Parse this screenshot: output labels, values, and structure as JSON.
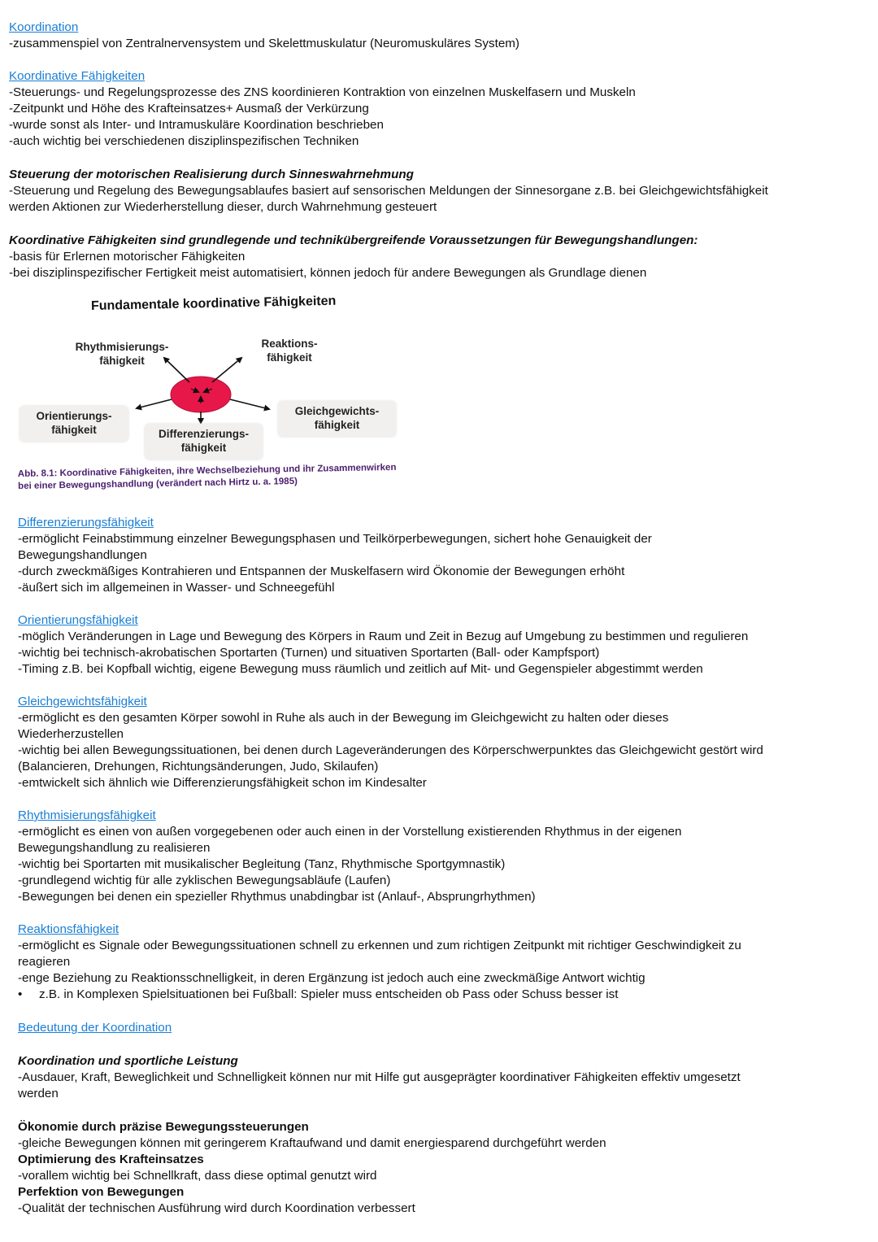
{
  "koordination": {
    "heading": "Koordination",
    "lines": [
      "-zusammenspiel von Zentralnervensystem und Skelettmuskulatur (Neuromuskuläres System)"
    ]
  },
  "koord_faehigkeiten": {
    "heading": "Koordinative Fähigkeiten",
    "lines": [
      "-Steuerungs- und Regelungsprozesse des ZNS koordinieren Kontraktion von einzelnen Muskelfasern und Muskeln",
      "-Zeitpunkt und Höhe des Krafteinsatzes+ Ausmaß der Verkürzung",
      "-wurde sonst als Inter- und Intramuskuläre Koordination beschrieben",
      "-auch wichtig bei verschiedenen disziplinspezifischen Techniken"
    ]
  },
  "steuerung": {
    "heading": "Steuerung der motorischen Realisierung durch Sinneswahrnehmung",
    "lines": [
      "-Steuerung und Regelung des Bewegungsablaufes basiert auf sensorischen Meldungen der Sinnesorgane z.B. bei Gleichgewichtsfähigkeit",
      "werden Aktionen zur Wiederherstellung dieser, durch Wahrnehmung gesteuert"
    ]
  },
  "grundlegend": {
    "heading": "Koordinative Fähigkeiten sind grundlegende und technikübergreifende Voraussetzungen für Bewegungshandlungen:",
    "lines": [
      "-basis für Erlernen motorischer Fähigkeiten",
      "-bei disziplinspezifischer Fertigkeit meist automatisiert, können jedoch für andere Bewegungen als Grundlage dienen"
    ]
  },
  "figure": {
    "title": "Fundamentale koordinative Fähigkeiten",
    "nodes": {
      "rhythmus": [
        "Rhythmisierungs-",
        "fähigkeit"
      ],
      "reaktion": [
        "Reaktions-",
        "fähigkeit"
      ],
      "orientierung": [
        "Orientierungs-",
        "fähigkeit"
      ],
      "differenzierung": [
        "Differenzierungs-",
        "fähigkeit"
      ],
      "gleichgewicht": [
        "Gleichgewichts-",
        "fähigkeit"
      ]
    },
    "caption": [
      "Abb. 8.1: Koordinative Fähigkeiten, ihre Wechselbeziehung und ihr Zusammenwirken",
      "bei einer Bewegungshandlung (verändert nach Hirtz u. a. 1985)"
    ],
    "center_color": "#e8174a"
  },
  "differenzierung": {
    "heading": "Differenzierungsfähigkeit",
    "lines": [
      "-ermöglicht Feinabstimmung einzelner Bewegungsphasen und Teilkörperbewegungen, sichert hohe Genauigkeit der",
      "Bewegungshandlungen",
      "-durch zweckmäßiges Kontrahieren und Entspannen der Muskelfasern wird Ökonomie der Bewegungen erhöht",
      "-äußert sich im allgemeinen in Wasser- und Schneegefühl"
    ]
  },
  "orientierung": {
    "heading": "Orientierungsfähigkeit",
    "lines": [
      "-möglich Veränderungen in Lage und Bewegung des Körpers in Raum und Zeit in Bezug auf Umgebung zu bestimmen und regulieren",
      "-wichtig bei technisch-akrobatischen Sportarten (Turnen) und situativen Sportarten (Ball- oder Kampfsport)",
      "-Timing z.B. bei Kopfball wichtig, eigene Bewegung muss räumlich und zeitlich auf Mit- und Gegenspieler abgestimmt werden"
    ]
  },
  "gleichgewicht": {
    "heading": "Gleichgewichtsfähigkeit",
    "lines": [
      "-ermöglicht es den gesamten Körper sowohl in Ruhe als auch in der Bewegung im Gleichgewicht zu halten oder dieses",
      "Wiederherzustellen",
      "-wichtig bei allen Bewegungssituationen, bei denen durch Lageveränderungen des Körperschwerpunktes das Gleichgewicht gestört wird",
      "(Balancieren, Drehungen, Richtungsänderungen, Judo, Skilaufen)",
      "-emtwickelt sich ähnlich wie Differenzierungsfähigkeit schon im Kindesalter"
    ]
  },
  "rhythmisierung": {
    "heading": "Rhythmisierungsfähigkeit",
    "lines": [
      "-ermöglicht es einen von außen vorgegebenen oder auch einen in der Vorstellung existierenden Rhythmus in der eigenen",
      "Bewegungshandlung zu realisieren",
      "-wichtig bei Sportarten mit musikalischer Begleitung (Tanz, Rhythmische Sportgymnastik)",
      "-grundlegend wichtig für alle zyklischen Bewegungsabläufe (Laufen)",
      "-Bewegungen bei denen ein spezieller Rhythmus unabdingbar ist (Anlauf-, Absprungrhythmen)"
    ]
  },
  "reaktion": {
    "heading": "Reaktionsfähigkeit",
    "lines": [
      "-ermöglicht es Signale oder Bewegungssituationen schnell zu erkennen und zum richtigen Zeitpunkt mit richtiger Geschwindigkeit zu",
      "reagieren",
      "-enge Beziehung zu Reaktionsschnelligkeit, in deren Ergänzung ist jedoch auch eine zweckmäßige Antwort wichtig"
    ],
    "bullet_symbol": "•",
    "bullet": "z.B. in Komplexen Spielsituationen bei Fußball: Spieler muss entscheiden ob Pass oder Schuss besser ist"
  },
  "bedeutung": {
    "heading": "Bedeutung der Koordination"
  },
  "leistung": {
    "heading": "Koordination und sportliche Leistung",
    "lines": [
      "-Ausdauer, Kraft, Beweglichkeit und Schnelligkeit können nur mit Hilfe gut ausgeprägter koordinativer Fähigkeiten effektiv umgesetzt",
      "werden"
    ]
  },
  "oekonomie": {
    "heading": "Ökonomie durch präzise Bewegungssteuerungen",
    "line": "-gleiche Bewegungen können mit geringerem Kraftaufwand und damit energiesparend durchgeführt werden"
  },
  "optimierung": {
    "heading": "Optimierung des Krafteinsatzes",
    "line": "-vorallem wichtig bei Schnellkraft, dass diese optimal genutzt wird"
  },
  "perfektion": {
    "heading": "Perfektion von Bewegungen",
    "line": "-Qualität der technischen Ausführung wird durch Koordination verbessert"
  }
}
